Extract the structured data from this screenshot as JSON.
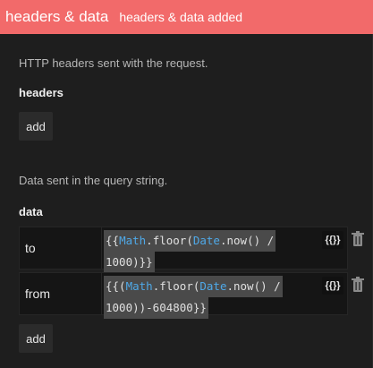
{
  "header": {
    "title": "headers & data",
    "status": "headers & data added"
  },
  "headers_section": {
    "description": "HTTP headers sent with the request.",
    "label": "headers",
    "add_label": "add"
  },
  "data_section": {
    "description": "Data sent in the query string.",
    "label": "data",
    "rows": [
      {
        "key": "to",
        "value_line1": "{{Math.floor(Date.now() /",
        "value_line2": "1000)}}",
        "fx_label": "{{}}"
      },
      {
        "key": "from",
        "value_line1": "{{(Math.floor(Date.now() /",
        "value_line2": "1000))-604800}}",
        "fx_label": "{{}}"
      }
    ],
    "add_label": "add"
  },
  "icons": {
    "delete": "trash-icon"
  },
  "colors": {
    "header_bg": "#f26a6a",
    "background": "#1e1e1e",
    "code_keyword": "#4fa9e8"
  }
}
